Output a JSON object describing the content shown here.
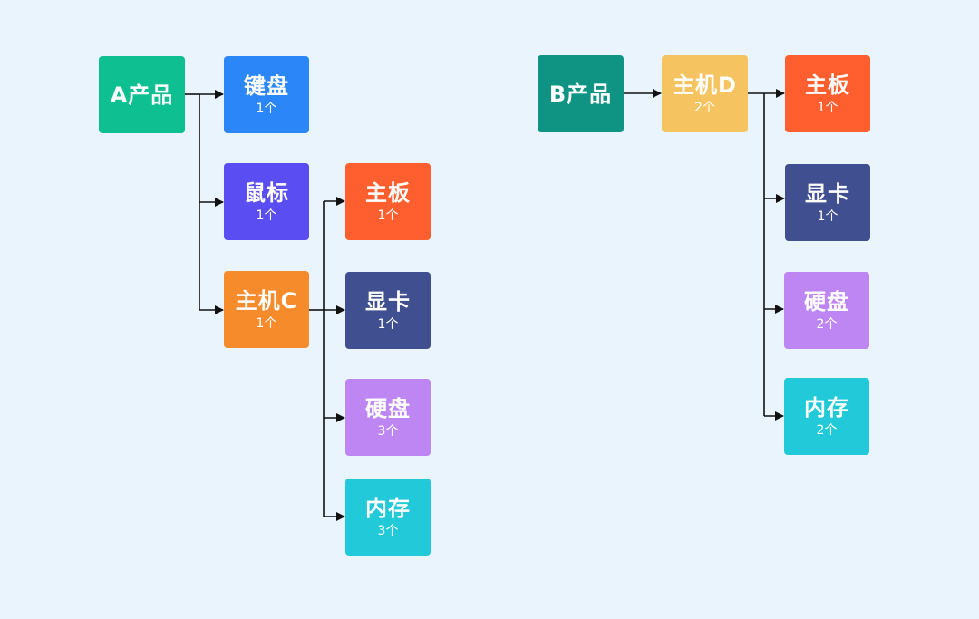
{
  "colors": {
    "background": "#eaf4fc",
    "line": "#111111",
    "a_root": "#0dbf91",
    "b_root": "#0f9484",
    "keyboard": "#2b86f7",
    "mouse": "#5a4ef2",
    "host_c": "#f68b2c",
    "host_d": "#f5c461",
    "motherboard": "#ff5f2e",
    "gpu": "#3f4f8f",
    "disk": "#be86f2",
    "memory": "#22c9d9"
  },
  "tree_a": {
    "root": {
      "label": "A产品"
    },
    "keyboard": {
      "label": "键盘",
      "qty": "1个"
    },
    "mouse": {
      "label": "鼠标",
      "qty": "1个"
    },
    "host": {
      "label": "主机C",
      "qty": "1个"
    },
    "host_children": {
      "motherboard": {
        "label": "主板",
        "qty": "1个"
      },
      "gpu": {
        "label": "显卡",
        "qty": "1个"
      },
      "disk": {
        "label": "硬盘",
        "qty": "3个"
      },
      "memory": {
        "label": "内存",
        "qty": "3个"
      }
    }
  },
  "tree_b": {
    "root": {
      "label": "B产品"
    },
    "host": {
      "label": "主机D",
      "qty": "2个"
    },
    "host_children": {
      "motherboard": {
        "label": "主板",
        "qty": "1个"
      },
      "gpu": {
        "label": "显卡",
        "qty": "1个"
      },
      "disk": {
        "label": "硬盘",
        "qty": "2个"
      },
      "memory": {
        "label": "内存",
        "qty": "2个"
      }
    }
  }
}
